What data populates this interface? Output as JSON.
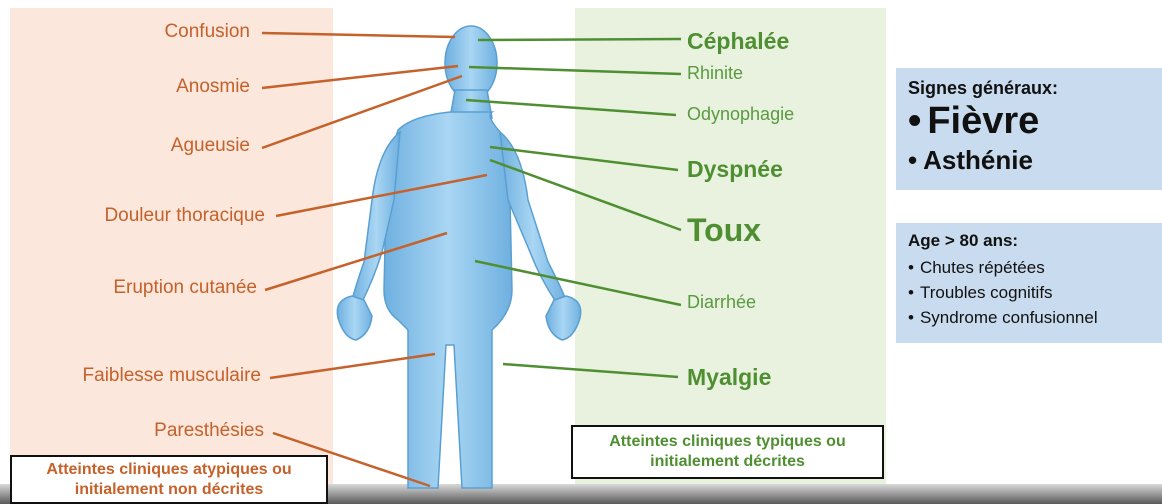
{
  "colors": {
    "orange": "#c5612a",
    "green": "#4f8f32",
    "body": "#8ec5ea"
  },
  "atypical": {
    "labels": [
      "Confusion",
      "Anosmie",
      "Agueusie",
      "Douleur thoracique",
      "Eruption cutanée",
      "Faiblesse musculaire",
      "Paresthésies"
    ],
    "box_line1": "Atteintes cliniques atypiques ou",
    "box_line2": "initialement non décrites"
  },
  "typical": {
    "labels": [
      "Céphalée",
      "Rhinite",
      "Odynophagie",
      "Dyspnée",
      "Toux",
      "Diarrhée",
      "Myalgie"
    ],
    "box_line1": "Atteintes cliniques typiques ou",
    "box_line2": "initialement décrites"
  },
  "general_signs": {
    "title": "Signes généraux:",
    "items": [
      "Fièvre",
      "Asthénie"
    ]
  },
  "elderly": {
    "title": "Age > 80 ans:",
    "items": [
      "Chutes répétées",
      "Troubles cognitifs",
      "Syndrome confusionnel"
    ]
  }
}
